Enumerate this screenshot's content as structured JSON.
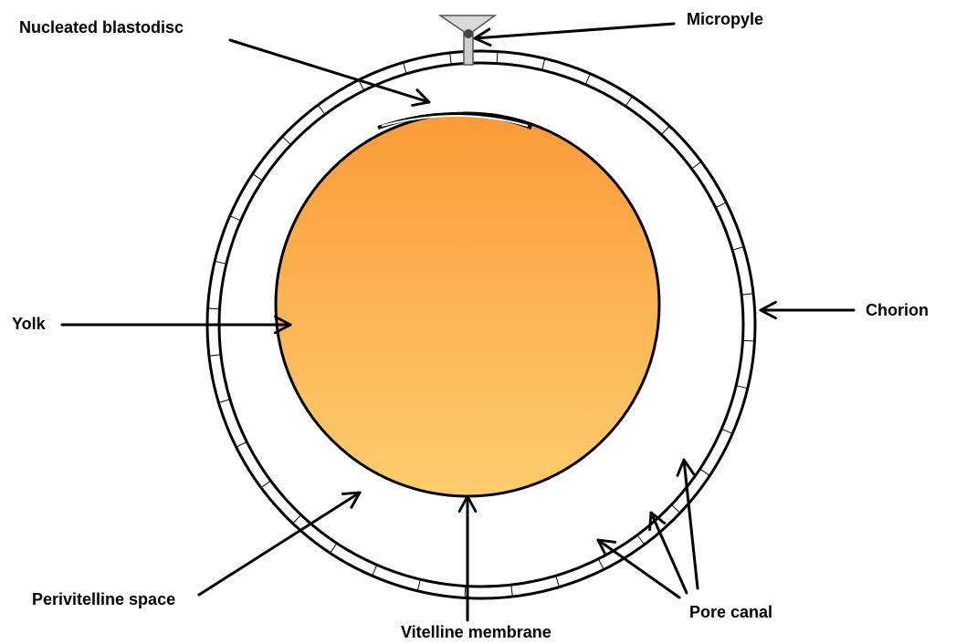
{
  "labels": {
    "nucleated_blastodisc": "Nucleated blastodisc",
    "micropyle": "Micropyle",
    "chorion": "Chorion",
    "yolk": "Yolk",
    "perivitelline_space": "Perivitelline space",
    "vitelline_membrane": "Vitelline membrane",
    "pore_canal": "Pore canal"
  },
  "colors": {
    "yolk_top": "#fb9a3a",
    "yolk_bottom": "#fecd6c",
    "outline": "#000000",
    "background": "#ffffff",
    "micropyle_fill": "#cfcfcf"
  }
}
